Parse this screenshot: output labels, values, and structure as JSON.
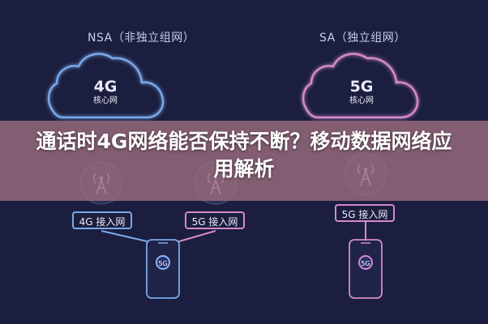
{
  "headline": "通话时4G网络能否保持不断？移动数据网络应用解析",
  "nsa": {
    "title": "NSA（非独立组网）",
    "core": {
      "label": "4G",
      "sublabel": "核心网"
    },
    "access_4g": "4G 接入网",
    "access_5g": "5G 接入网",
    "phone": "5G"
  },
  "sa": {
    "title": "SA（独立组网）",
    "core": {
      "label": "5G",
      "sublabel": "核心网"
    },
    "access_5g": "5G 接入网",
    "phone": "5G"
  },
  "colors": {
    "background": "#1b1e3f",
    "nsa_accent": "#7aa8e8",
    "sa_accent": "#d58ac9",
    "banner": "#a07080"
  },
  "icons": [
    "cloud-icon",
    "tower-icon",
    "phone-icon"
  ]
}
